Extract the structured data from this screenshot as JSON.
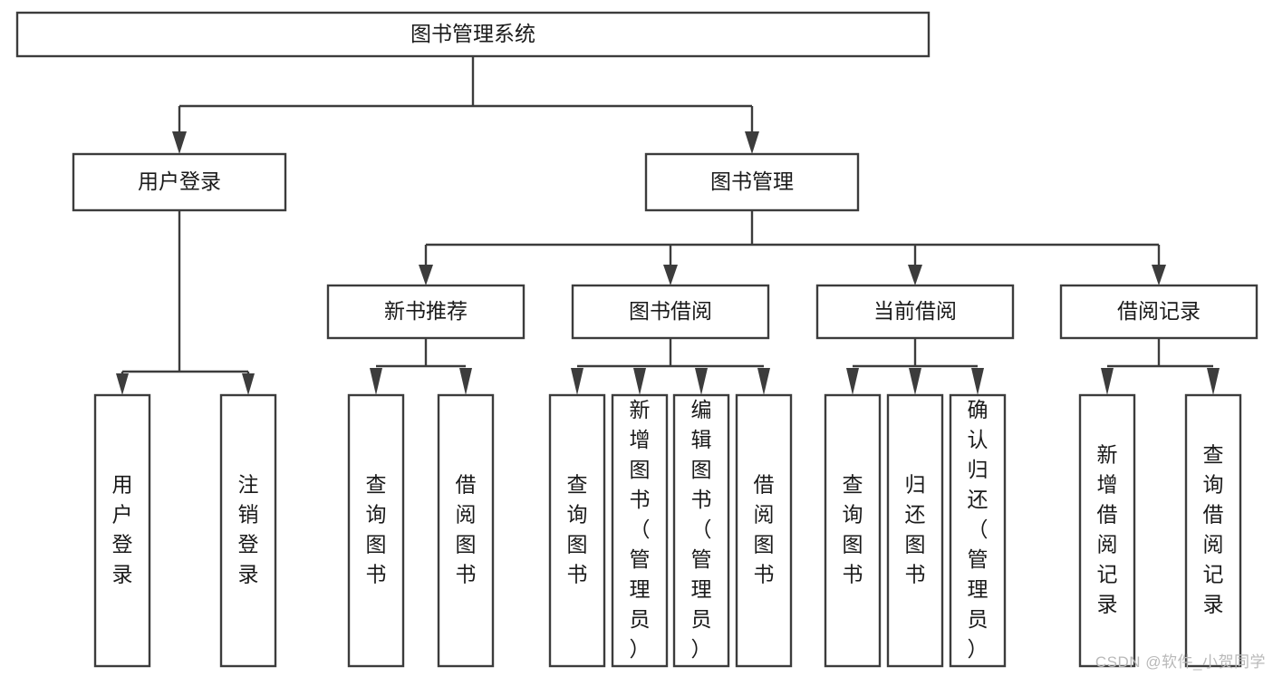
{
  "diagram": {
    "title": "图书管理系统",
    "type": "tree",
    "watermark": "CSDN @软件_小贺同学",
    "root": {
      "id": "root",
      "label": "图书管理系统",
      "orientation": "horizontal"
    },
    "level2": [
      {
        "id": "user-login",
        "label": "用户登录",
        "orientation": "horizontal"
      },
      {
        "id": "book-management",
        "label": "图书管理",
        "orientation": "horizontal"
      }
    ],
    "level3": [
      {
        "id": "new-book-recommend",
        "label": "新书推荐",
        "orientation": "horizontal",
        "parent": "book-management"
      },
      {
        "id": "book-borrow",
        "label": "图书借阅",
        "orientation": "horizontal",
        "parent": "book-management"
      },
      {
        "id": "current-borrow",
        "label": "当前借阅",
        "orientation": "horizontal",
        "parent": "book-management"
      },
      {
        "id": "borrow-record",
        "label": "借阅记录",
        "orientation": "horizontal",
        "parent": "book-management"
      }
    ],
    "leaves": [
      {
        "id": "leaf-user-login",
        "label": "用户登录",
        "orientation": "vertical",
        "parent": "user-login"
      },
      {
        "id": "leaf-logout-login",
        "label": "注销登录",
        "orientation": "vertical",
        "parent": "user-login"
      },
      {
        "id": "leaf-query-book-1",
        "label": "查询图书",
        "orientation": "vertical",
        "parent": "new-book-recommend"
      },
      {
        "id": "leaf-borrow-book-1",
        "label": "借阅图书",
        "orientation": "vertical",
        "parent": "new-book-recommend"
      },
      {
        "id": "leaf-query-book-2",
        "label": "查询图书",
        "orientation": "vertical",
        "parent": "book-borrow"
      },
      {
        "id": "leaf-add-book",
        "label": "新增图书（管理员）",
        "orientation": "vertical",
        "parent": "book-borrow"
      },
      {
        "id": "leaf-edit-book",
        "label": "编辑图书（管理员）",
        "orientation": "vertical",
        "parent": "book-borrow"
      },
      {
        "id": "leaf-borrow-book-2",
        "label": "借阅图书",
        "orientation": "vertical",
        "parent": "book-borrow"
      },
      {
        "id": "leaf-query-book-3",
        "label": "查询图书",
        "orientation": "vertical",
        "parent": "current-borrow"
      },
      {
        "id": "leaf-return-book",
        "label": "归还图书",
        "orientation": "vertical",
        "parent": "current-borrow"
      },
      {
        "id": "leaf-confirm-return",
        "label": "确认归还（管理员）",
        "orientation": "vertical",
        "parent": "current-borrow"
      },
      {
        "id": "leaf-add-record",
        "label": "新增借阅记录",
        "orientation": "vertical",
        "parent": "borrow-record"
      },
      {
        "id": "leaf-query-record",
        "label": "查询借阅记录",
        "orientation": "vertical",
        "parent": "borrow-record"
      }
    ],
    "colors": {
      "box_stroke": "#3c3c3c",
      "box_fill": "#ffffff",
      "text": "#1a1a1a",
      "watermark": "#b9b9b9",
      "background": "#ffffff"
    }
  }
}
